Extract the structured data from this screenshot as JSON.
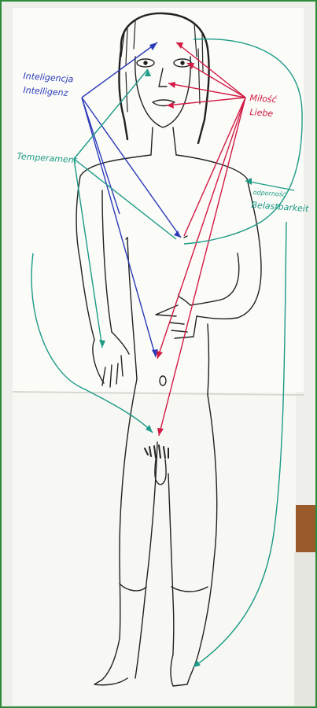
{
  "labels": {
    "intelligence_pl": "Inteligencja",
    "intelligence_de": "Intelligenz",
    "love_pl": "Miłość",
    "love_de": "Liebe",
    "temperament": "Temperament",
    "resilience_pl": "odporność",
    "resilience_de": "Belastbarkeit"
  },
  "colors": {
    "intelligence": "#2b3ab8",
    "love": "#d21a44",
    "temperament": "#1c9a86",
    "frame": "#2e8b3a"
  }
}
